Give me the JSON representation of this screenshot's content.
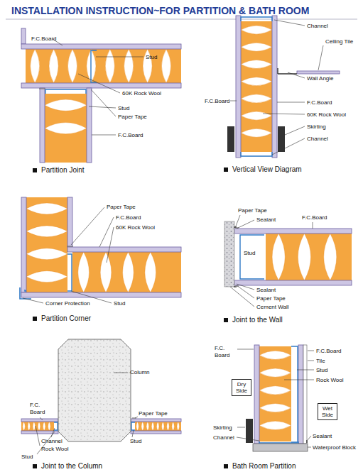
{
  "diagram": {
    "title": "INSTALLATION INSTRUCTION~FOR PARTITION & BATH ROOM",
    "nodes": [
      {
        "text": [
          "Dry Side"
        ]
      },
      {
        "text": [
          "Wet Side"
        ]
      }
    ],
    "labels": [
      "F.C.Board",
      "Stud",
      "60K Rock Wool",
      "Stud",
      "Paper Tape",
      "F.C.Board",
      "Partition Joint",
      "Channel",
      "Celling Tile",
      "Wall Angle",
      "F.C.Board",
      "F.C.Board",
      "60K Rock Wool",
      "Skirting",
      "Channel",
      "Vertical View Diagram",
      "Paper Tape",
      "F.C.Board",
      "60K Rock Wool",
      "Corner Protection",
      "Stud",
      "Partition Corner",
      "Paper Tape",
      "F.C.Board",
      "Sealant",
      "Stud",
      "Sealant",
      "Paper Tape",
      "Cement Wall",
      "Joint to the Wall",
      "Column",
      "Paper Tape",
      "F.C. Board",
      "Channel",
      "Rock Wool",
      "Stud",
      "Stud",
      "Joint to the Column",
      "F.C. Board",
      "F.C.Board",
      "Tile",
      "Stud",
      "Rock Wool",
      "Skirting",
      "Channel",
      "Sealant",
      "Waterproof Block",
      "Bath Room Partition"
    ]
  }
}
